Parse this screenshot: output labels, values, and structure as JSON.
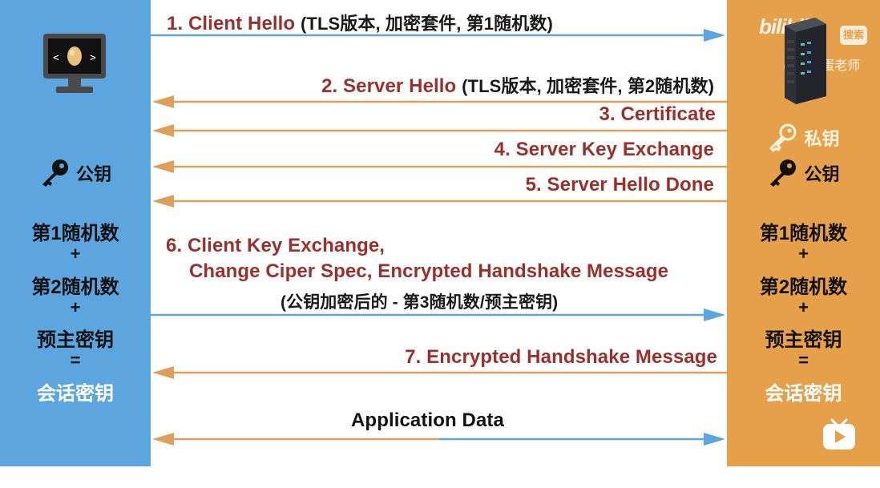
{
  "colors": {
    "client_column": "#5ca5df",
    "server_column": "#e6a04a",
    "message_text": "#9c2f2a",
    "client_arrow": "#5ca5df",
    "server_arrow": "#dea058",
    "session_key_text": "#ffffff",
    "private_key_text": "#fff5e0"
  },
  "messages": {
    "m1": {
      "label": "1. Client Hello",
      "detail": "(TLS版本, 加密套件, 第1随机数)"
    },
    "m2": {
      "label": "2. Server Hello",
      "detail": "(TLS版本, 加密套件, 第2随机数)"
    },
    "m3": {
      "label": "3. Certificate"
    },
    "m4": {
      "label": "4. Server Key Exchange"
    },
    "m5": {
      "label": "5. Server Hello Done"
    },
    "m6": {
      "line1": "6. Client Key Exchange,",
      "line2": "Change Ciper Spec,  Encrypted Handshake Message",
      "line3": "(公钥加密后的 - 第3随机数/预主密钥)"
    },
    "m7": {
      "label": "7. Encrypted Handshake Message"
    },
    "app": {
      "label": "Application Data"
    }
  },
  "client": {
    "icon": "computer-egg-icon",
    "public_key": "公钥",
    "random1": "第1随机数",
    "plus1": "+",
    "random2": "第2随机数",
    "plus2": "+",
    "premaster": "预主密钥",
    "equals": "=",
    "session_key": "会话密钥"
  },
  "server": {
    "icon": "server-rack-icon",
    "private_key": "私钥",
    "public_key": "公钥",
    "random1": "第1随机数",
    "plus1": "+",
    "random2": "第2随机数",
    "plus2": "+",
    "premaster": "预主密钥",
    "equals": "=",
    "session_key": "会话密钥"
  },
  "watermark": {
    "logo": "bilibili",
    "search": "搜索",
    "author": "@技术蛋老师"
  }
}
